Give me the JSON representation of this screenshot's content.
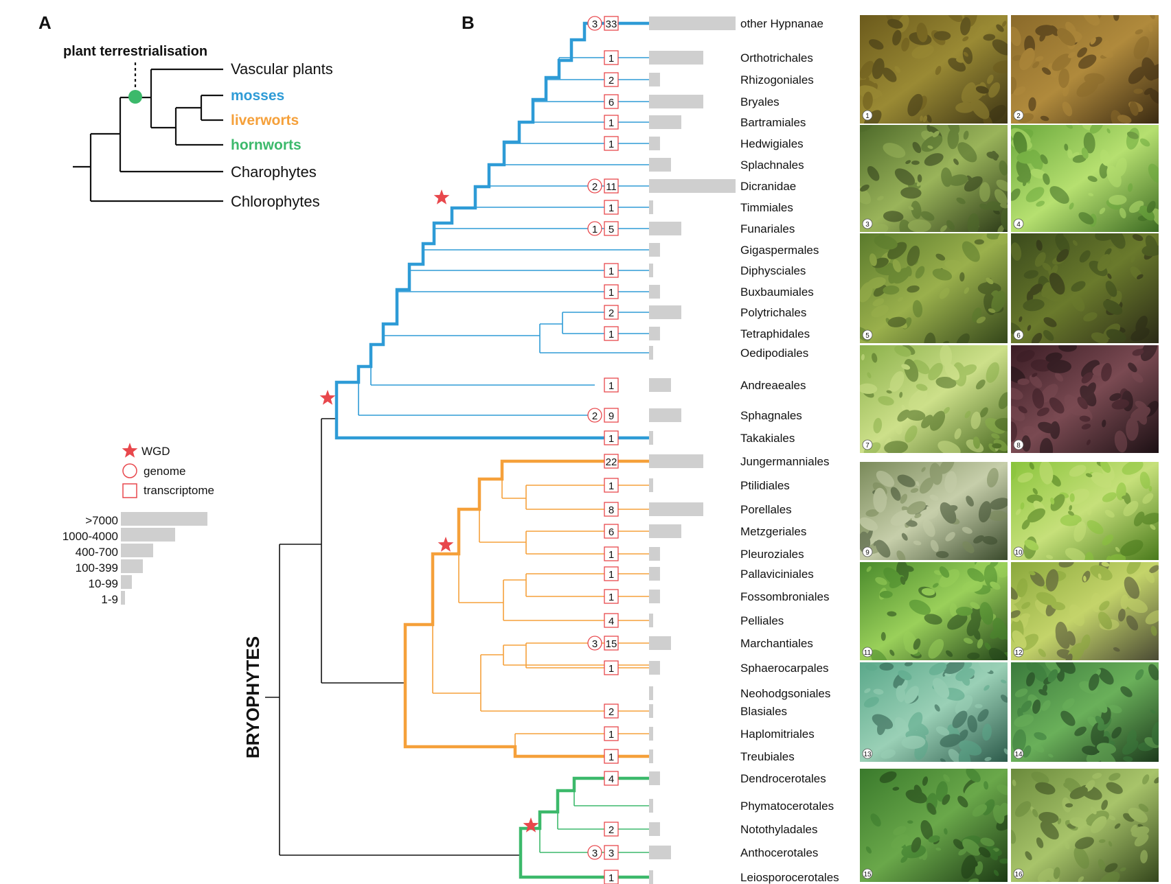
{
  "panel_a": {
    "label": "A",
    "event": "plant terrestrialisation",
    "taxa": [
      {
        "name": "Vascular plants",
        "color": "#111111",
        "bold": false
      },
      {
        "name": "mosses",
        "color": "#2e9bd6",
        "bold": true
      },
      {
        "name": "liverworts",
        "color": "#f5a03a",
        "bold": true
      },
      {
        "name": "hornworts",
        "color": "#3cb96b",
        "bold": true
      },
      {
        "name": "Charophytes",
        "color": "#111111",
        "bold": false
      },
      {
        "name": "Chlorophytes",
        "color": "#111111",
        "bold": false
      }
    ],
    "node_color": "#3cb96b"
  },
  "legend": {
    "wgd": "WGD",
    "genome": "genome",
    "transcriptome": "transcriptome",
    "size_classes": [
      ">7000",
      "1000-4000",
      "400-700",
      "100-399",
      "10-99",
      "1-9"
    ]
  },
  "panel_b": {
    "label": "B",
    "group_label": "BRYOPHYTES",
    "colors": {
      "mosses": "#2e9bd6",
      "liverworts": "#f5a03a",
      "hornworts": "#3cb96b",
      "marker": "#e8474c",
      "bar": "#cfcfcf"
    },
    "orders": [
      {
        "name": "other Hypnanae",
        "clade": "mosses",
        "genome": "3",
        "transcriptome": "33",
        "size": 6
      },
      {
        "name": "Orthotrichales",
        "clade": "mosses",
        "genome": "",
        "transcriptome": "1",
        "size": 5
      },
      {
        "name": "Rhizogoniales",
        "clade": "mosses",
        "genome": "",
        "transcriptome": "2",
        "size": 2
      },
      {
        "name": "Bryales",
        "clade": "mosses",
        "genome": "",
        "transcriptome": "6",
        "size": 5
      },
      {
        "name": "Bartramiales",
        "clade": "mosses",
        "genome": "",
        "transcriptome": "1",
        "size": 3
      },
      {
        "name": "Hedwigiales",
        "clade": "mosses",
        "genome": "",
        "transcriptome": "1",
        "size": 2
      },
      {
        "name": "Splachnales",
        "clade": "mosses",
        "genome": "",
        "transcriptome": "",
        "size": 2.5
      },
      {
        "name": "Dicranidae",
        "clade": "mosses",
        "genome": "2",
        "transcriptome": "11",
        "size": 6
      },
      {
        "name": "Timmiales",
        "clade": "mosses",
        "genome": "",
        "transcriptome": "1",
        "size": 1
      },
      {
        "name": "Funariales",
        "clade": "mosses",
        "genome": "1",
        "transcriptome": "5",
        "size": 3
      },
      {
        "name": "Gigaspermales",
        "clade": "mosses",
        "genome": "",
        "transcriptome": "",
        "size": 2
      },
      {
        "name": "Diphysciales",
        "clade": "mosses",
        "genome": "",
        "transcriptome": "1",
        "size": 1
      },
      {
        "name": "Buxbaumiales",
        "clade": "mosses",
        "genome": "",
        "transcriptome": "1",
        "size": 2
      },
      {
        "name": "Polytrichales",
        "clade": "mosses",
        "genome": "",
        "transcriptome": "2",
        "size": 3
      },
      {
        "name": "Tetraphidales",
        "clade": "mosses",
        "genome": "",
        "transcriptome": "1",
        "size": 2
      },
      {
        "name": "Oedipodiales",
        "clade": "mosses",
        "genome": "",
        "transcriptome": "",
        "size": 1
      },
      {
        "name": "Andreaeales",
        "clade": "mosses",
        "genome": "",
        "transcriptome": "1",
        "size": 2.5
      },
      {
        "name": "Sphagnales",
        "clade": "mosses",
        "genome": "2",
        "transcriptome": "9",
        "size": 3
      },
      {
        "name": "Takakiales",
        "clade": "mosses",
        "genome": "",
        "transcriptome": "1",
        "size": 1
      },
      {
        "name": "Jungermanniales",
        "clade": "liverworts",
        "genome": "",
        "transcriptome": "22",
        "size": 5
      },
      {
        "name": "Ptilidiales",
        "clade": "liverworts",
        "genome": "",
        "transcriptome": "1",
        "size": 1
      },
      {
        "name": "Porellales",
        "clade": "liverworts",
        "genome": "",
        "transcriptome": "8",
        "size": 5
      },
      {
        "name": "Metzgeriales",
        "clade": "liverworts",
        "genome": "",
        "transcriptome": "6",
        "size": 3
      },
      {
        "name": "Pleuroziales",
        "clade": "liverworts",
        "genome": "",
        "transcriptome": "1",
        "size": 2
      },
      {
        "name": "Pallaviciniales",
        "clade": "liverworts",
        "genome": "",
        "transcriptome": "1",
        "size": 2
      },
      {
        "name": "Fossombroniales",
        "clade": "liverworts",
        "genome": "",
        "transcriptome": "1",
        "size": 2
      },
      {
        "name": "Pelliales",
        "clade": "liverworts",
        "genome": "",
        "transcriptome": "4",
        "size": 1
      },
      {
        "name": "Marchantiales",
        "clade": "liverworts",
        "genome": "3",
        "transcriptome": "15",
        "size": 2.5
      },
      {
        "name": "Sphaerocarpales",
        "clade": "liverworts",
        "genome": "",
        "transcriptome": "1",
        "size": 2
      },
      {
        "name": "Neohodgsoniales",
        "clade": "liverworts",
        "genome": "",
        "transcriptome": "",
        "size": 1
      },
      {
        "name": "Blasiales",
        "clade": "liverworts",
        "genome": "",
        "transcriptome": "2",
        "size": 1
      },
      {
        "name": "Haplomitriales",
        "clade": "liverworts",
        "genome": "",
        "transcriptome": "1",
        "size": 1
      },
      {
        "name": "Treubiales",
        "clade": "liverworts",
        "genome": "",
        "transcriptome": "1",
        "size": 1
      },
      {
        "name": "Dendrocerotales",
        "clade": "hornworts",
        "genome": "",
        "transcriptome": "4",
        "size": 2
      },
      {
        "name": "Phymatocerotales",
        "clade": "hornworts",
        "genome": "",
        "transcriptome": "",
        "size": 1
      },
      {
        "name": "Notothyladales",
        "clade": "hornworts",
        "genome": "",
        "transcriptome": "2",
        "size": 2
      },
      {
        "name": "Anthocerotales",
        "clade": "hornworts",
        "genome": "3",
        "transcriptome": "3",
        "size": 2.5
      },
      {
        "name": "Leiosporocerotales",
        "clade": "hornworts",
        "genome": "",
        "transcriptome": "1",
        "size": 1
      }
    ],
    "photos": [
      {
        "number": "1",
        "subject": "moss",
        "colors": [
          "#6b5a1c",
          "#9a8a34",
          "#3c3414"
        ]
      },
      {
        "number": "2",
        "subject": "moss",
        "colors": [
          "#8a6a2a",
          "#b08a3c",
          "#3a2a12"
        ]
      },
      {
        "number": "3",
        "subject": "moss",
        "colors": [
          "#4e6a2a",
          "#9ab45a",
          "#2c3a18"
        ]
      },
      {
        "number": "4",
        "subject": "moss",
        "colors": [
          "#6aa83c",
          "#b6e070",
          "#3c6a22"
        ]
      },
      {
        "number": "5",
        "subject": "moss",
        "colors": [
          "#5a7a2c",
          "#9ab04c",
          "#34461a"
        ]
      },
      {
        "number": "6",
        "subject": "moss",
        "colors": [
          "#3a4a1c",
          "#6a7a2c",
          "#2a2a16"
        ]
      },
      {
        "number": "7",
        "subject": "moss",
        "colors": [
          "#8ab04a",
          "#cde08a",
          "#4a6a22"
        ]
      },
      {
        "number": "8",
        "subject": "moss",
        "colors": [
          "#3a1c24",
          "#7a4a52",
          "#1c1014"
        ]
      },
      {
        "number": "9",
        "subject": "liverwort",
        "colors": [
          "#7a8a5a",
          "#c6ceaa",
          "#3a4a2c"
        ]
      },
      {
        "number": "10",
        "subject": "liverwort",
        "colors": [
          "#8ac43c",
          "#c6e07a",
          "#4a7a1c"
        ]
      },
      {
        "number": "11",
        "subject": "liverwort",
        "colors": [
          "#4a8a2c",
          "#9ad05a",
          "#24461a"
        ]
      },
      {
        "number": "12",
        "subject": "liverwort",
        "colors": [
          "#8aa83c",
          "#c4d46a",
          "#4a4a34"
        ]
      },
      {
        "number": "13",
        "subject": "hornwort",
        "colors": [
          "#5aa88a",
          "#9ad0b6",
          "#2c5a4a"
        ]
      },
      {
        "number": "14",
        "subject": "hornwort",
        "colors": [
          "#3a7a3c",
          "#6ab05a",
          "#1c3a1c"
        ]
      },
      {
        "number": "15",
        "subject": "hornwort",
        "colors": [
          "#3a7a2c",
          "#6aa84a",
          "#1c3a14"
        ]
      },
      {
        "number": "16",
        "subject": "hornwort",
        "colors": [
          "#6a8a3c",
          "#a8c46a",
          "#34461c"
        ]
      }
    ]
  }
}
